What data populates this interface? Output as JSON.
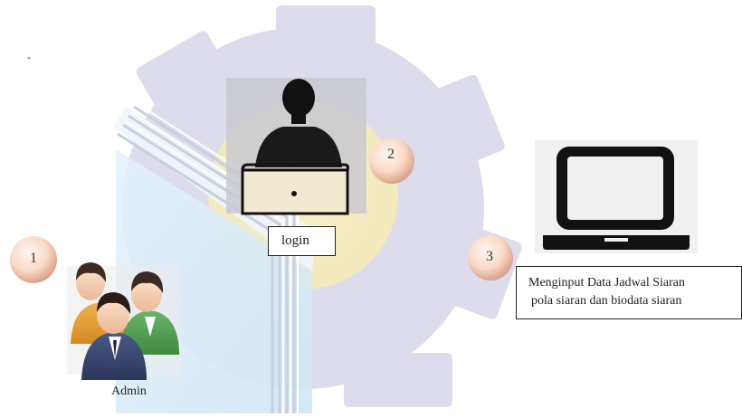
{
  "diagram": {
    "stray_mark": "-",
    "steps": [
      {
        "number": "1"
      },
      {
        "number": "2"
      },
      {
        "number": "3"
      }
    ],
    "actor_label": "Admin",
    "login_label": "login",
    "input_line1": "Menginput Data Jadwal Siaran",
    "input_line2": "pola siaran dan biodata siaran"
  },
  "colors": {
    "gear": "#dcdcec",
    "glow": "#f6efc8",
    "page": "#d7ecf8",
    "badge_light": "#fde8dc",
    "badge_dark": "#e6b29c"
  }
}
